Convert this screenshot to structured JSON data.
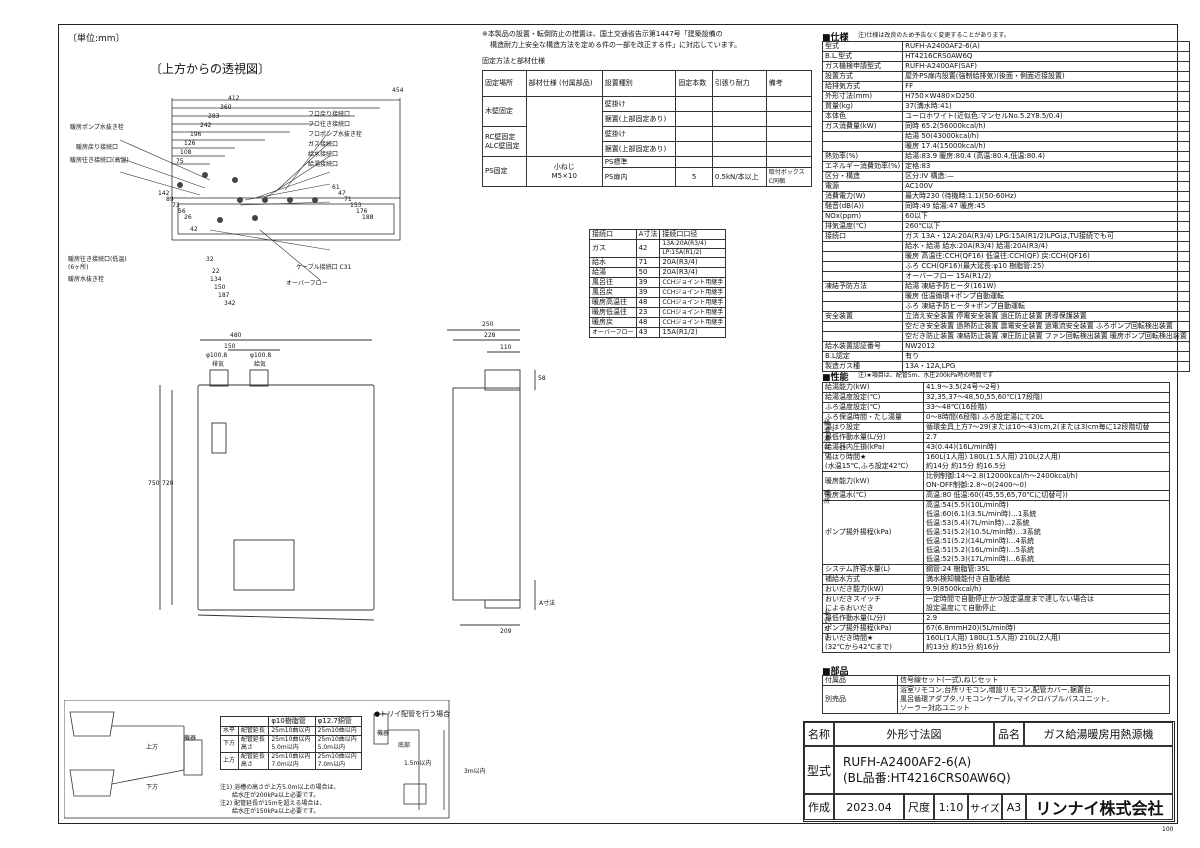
{
  "unit": "〔単位:mm〕",
  "view_title": "〔上方からの透視図〕",
  "top_note": [
    "※本製品の設置・転倒防止の措置は、国土交通省告示第1447号「建築設備の",
    "構造耐力上安全な構造方法を定める件の一部を改正する件」に対応しています。"
  ],
  "fix_table": {
    "title": "固定方法と部材仕様",
    "headers": [
      "固定場所",
      "部材仕様\n(付属部品)",
      "設置種別",
      "固定本数",
      "引張り耐力",
      "備考"
    ],
    "rows": [
      [
        "木壁固定",
        "",
        "壁掛け",
        "",
        "",
        ""
      ],
      [
        "",
        "",
        "据置(上部固定あり)",
        "",
        "",
        ""
      ],
      [
        "RC壁固定\nALC壁固定",
        "",
        "壁掛け",
        "",
        "",
        ""
      ],
      [
        "",
        "",
        "据置(上部固定あり)",
        "",
        "",
        ""
      ],
      [
        "PS固定",
        "小ねじ\nM5×10",
        "PS標準",
        "",
        "",
        ""
      ],
      [
        "",
        "",
        "PS扉内",
        "5",
        "0.5kN/本以上",
        "取付ボックス\nC同梱"
      ]
    ]
  },
  "conn_table": {
    "headers": [
      "接続口",
      "A寸法",
      "接続口口径"
    ],
    "rows": [
      [
        "ガス",
        "42",
        "13A:20A(R3/4)"
      ],
      [
        "",
        "",
        "LP:15A(R1/2)"
      ],
      [
        "給水",
        "71",
        "20A(R3/4)"
      ],
      [
        "給湯",
        "50",
        "20A(R3/4)"
      ],
      [
        "風呂往",
        "39",
        "CCHジョイント用継手"
      ],
      [
        "風呂戻",
        "39",
        "CCHジョイント用継手"
      ],
      [
        "暖房高温往",
        "48",
        "CCHジョイント用継手"
      ],
      [
        "暖房低温往",
        "23",
        "CCHジョイント用継手"
      ],
      [
        "暖房戻",
        "48",
        "CCHジョイント用継手"
      ],
      [
        "オーバーフロー",
        "43",
        "15A(R1/2)"
      ]
    ]
  },
  "top_view_labels": [
    "暖房ポンプ水抜き栓",
    "暖房戻り接続口",
    "暖房往き接続口(高温)",
    "フロ戻り接続口",
    "フロ往き接続口",
    "フロポンプ水抜き栓",
    "ガス接続口",
    "給水接続口",
    "給湯接続口",
    "暖房往き接続口(低温)\n(6ヶ所)",
    "暖房水抜き栓",
    "ケーブル接続口 C31",
    "オーバーフロー"
  ],
  "top_dims": [
    "454",
    "412",
    "360",
    "283",
    "242",
    "196",
    "126",
    "108",
    "75"
  ],
  "side_dims": [
    "142",
    "89",
    "73",
    "56",
    "26",
    "61",
    "47",
    "71",
    "153",
    "176",
    "188",
    "42"
  ],
  "bottom_dims": [
    "32",
    "22",
    "134",
    "150",
    "187",
    "342"
  ],
  "front_dims": [
    "480",
    "150",
    "φ100.8",
    "φ100.8",
    "排気",
    "給気",
    "750",
    "720"
  ],
  "side_view_dims": [
    "250",
    "228",
    "110",
    "58",
    "A寸法",
    "209"
  ],
  "spec": {
    "title": "■仕様",
    "note": "注)仕様は改良のため予告なく変更することがあります。",
    "rows": [
      [
        "型式",
        "RUFH-A2400AF2-6(A)"
      ],
      [
        "B.L.型式",
        "HT4216CRS0AW6Q"
      ],
      [
        "ガス機検申請型式",
        "RUFH-A2400AF(SAF)"
      ],
      [
        "設置方式",
        "屋外PS扉内設置(強制給排気)(後面・側面近接設置)"
      ],
      [
        "給排気方式",
        "FF"
      ],
      [
        "外形寸法(mm)",
        "H750×W480×D250"
      ],
      [
        "質量(kg)",
        "37(満水時:41)"
      ],
      [
        "本体色",
        "ユーロホワイト(近似色:マンセルNo.5.2Y8.5/0.4)"
      ],
      [
        "ガス消費量(kW)",
        "同時 65.2(56000kcal/h)"
      ],
      [
        "",
        "給湯 50(43000kcal/h)"
      ],
      [
        "",
        "暖房 17.4(15000kcal/h)"
      ],
      [
        "熱効率(%)",
        "給湯:83.9 暖房:80.4 (高温:80.4,低温:80.4)"
      ],
      [
        "エネルギー消費効率(%)",
        "定格:83"
      ],
      [
        "区分・構造",
        "区分:IV 構造:—"
      ],
      [
        "電源",
        "AC100V"
      ],
      [
        "消費電力(W)",
        "最大時230 (待機時:1.1)(50-60Hz)"
      ],
      [
        "騒音(dB(A))",
        "同時:49 給湯:47 暖房:45"
      ],
      [
        "NOx(ppm)",
        "60以下"
      ],
      [
        "排気温度(℃)",
        "260℃以下"
      ],
      [
        "接続口",
        "ガス 13A・12A:20A(R3/4) LPG:15A(R1/2)LPGは,TU接続でも可"
      ],
      [
        "",
        "給水・給湯 給水:20A(R3/4) 給湯:20A(R3/4)"
      ],
      [
        "",
        "暖房 高温往:CCH(QF16) 低温往:CCH(QF) 戻:CCH(QF16)"
      ],
      [
        "",
        "ふろ CCH(QF16)(最大延長:φ10 樹脂管:25)"
      ],
      [
        "",
        "オーバーフロー 15A(R1/2)"
      ],
      [
        "凍結予防方法",
        "給湯 凍結予防ヒータ(161W)"
      ],
      [
        "",
        "暖房 低温循環+ポンプ自動運転"
      ],
      [
        "",
        "ふろ 凍結予防ヒータ+ポンプ自動運転"
      ],
      [
        "安全装置",
        "立消え安全装置 停電安全装置 過圧防止装置 誘導保護装置"
      ],
      [
        "",
        "空だき安全装置 過熱防止装置 震電安全装置 過電流安全装置 ふろポンプ回転検出装置"
      ],
      [
        "",
        "空だき防止装置 凍結防止装置 凍圧防止装置 ファン回転検出装置 暖房ポンプ回転検出装置"
      ],
      [
        "給水装置認証番号",
        "NW2012"
      ],
      [
        "B.L認定",
        "有り"
      ],
      [
        "製造ガス種",
        "13A・12A,LPG"
      ]
    ]
  },
  "perf": {
    "title": "■性能",
    "note": "注)★項目は、配管5m、水圧200kPa時の時間です",
    "rows": [
      [
        "給湯能力(kW)",
        "41.9〜3.5(24号〜2号)"
      ],
      [
        "給湯温度設定(℃)",
        "32,35,37〜48,50,55,60℃(17段階)"
      ],
      [
        "ふろ温度設定(℃)",
        "33〜48℃(16段階)"
      ],
      [
        "ふろ保温時間・たし湯量",
        "0〜8時間(6段階) ふろ設定湯にて20L"
      ],
      [
        "湯はり設定",
        "循環金具上方7〜29(または10〜43)cm,2(または3)cm毎に12段階切替"
      ],
      [
        "最低作動水量(L/分)",
        "2.7"
      ],
      [
        "給湯器内圧損(kPa)",
        "43(0.44)(16L/min時)"
      ],
      [
        "湯はり時間★\n(水温15℃,ふろ設定42℃)",
        "160L(1人用) 180L(1.5人用) 210L(2人用)\n約14分 約15分 約16.5分"
      ],
      [
        "暖房能力(kW)",
        "比例制御:14〜2.8(12000kcal/h〜2400kcal/h)\nON-OFF制御:2.8〜0(2400〜0)"
      ],
      [
        "暖房温水(℃)",
        "高温:80 低温:60((45,55,65,70℃に切替可))"
      ],
      [
        "ポンプ揚外揚程(kPa)",
        "高温:54(5.5)(10L/min時)\n低温:60(6.1)(3.5L/min時)…1系統\n低温:53(5.4)(7L/min時)…2系統\n低温:51(5.2)(10.5L/min時)…3系統\n低温:51(5.2)(14L/min時)…4系統\n低温:51(5.2)(16L/min時)…5系統\n低温:52(5.3)(17L/min時)…6系統"
      ],
      [
        "システム許容水量(L)",
        "鋼管:24 樹脂管:35L"
      ],
      [
        "補給水方式",
        "満水検知機能付き自動補給"
      ],
      [
        "おいだき能力(kW)",
        "9.9(8500kcal/h)"
      ],
      [
        "おいだきスイッチ\nによるおいだき",
        "一定時間で自動停止かつ設定温度まで達しない場合は\n設定温度にて自動停止"
      ],
      [
        "最低作動水量(L/分)",
        "2.9"
      ],
      [
        "ポンプ揚外揚程(kPa)",
        "67(6.8mmH20)(5L/min時)"
      ],
      [
        "おいだき時間★\n(32℃から42℃まで)",
        "160L(1人用) 180L(1.5人用) 210L(2人用)\n約13分 約15分 約16分"
      ]
    ],
    "side_labels": [
      "給湯・湯はり",
      "暖房",
      "おいだき"
    ]
  },
  "parts": {
    "title": "■部品",
    "rows": [
      [
        "付属品",
        "信号線セット(一式),ねじセット"
      ],
      [
        "別売品",
        "浴室リモコン,台所リモコン,増設リモコン,配管カバー,据置台,\n風呂循環アダプタ,リモコンケーブル,マイクロバブルバスユニット,\nソーラー対応ユニット"
      ]
    ]
  },
  "bottom_tables": {
    "pipe_headers": [
      "",
      "φ10樹脂管",
      "φ12.7銅管"
    ],
    "pipe_rows": [
      [
        "水平",
        "配管延長",
        "25m10曲以内",
        "25m10曲以内"
      ],
      [
        "下方",
        "配管延長\n高さ",
        "25m10曲以内\n5.0m以内",
        "25m10曲以内\n5.0m以内"
      ],
      [
        "上方",
        "配管延長\n高さ",
        "25m10曲以内\n7.0m以内",
        "25m10曲以内\n7.0m以内"
      ]
    ],
    "notes": [
      "注1) 浴槽の高さが上方5.0m以上の場合は、",
      "給水圧が200kPa以上必要です。",
      "注2) 配管延長が15mを超える場合は、",
      "給水圧が150kPa以上必要です。"
    ],
    "trap_title": "●トリイ配管を行う場合",
    "labels": [
      "上方",
      "下方",
      "機器",
      "機器",
      "底部",
      "1.5m以内",
      "3m以内"
    ]
  },
  "title_block": {
    "name_label": "名称",
    "name_value": "外形寸法図",
    "product_label": "品名",
    "product_value": "ガス給湯暖房用熱源機",
    "model_label": "型式",
    "model_value1": "RUFH-A2400AF2-6(A)",
    "model_value2": "(BL品番:HT4216CRS0AW6Q)",
    "made_label": "作成",
    "made_value": "2023.04",
    "scale_label": "尺度",
    "scale_value": "1:10",
    "size_label": "サイズ",
    "size_value": "A3",
    "company": "リンナイ株式会社",
    "page_no": "100"
  }
}
